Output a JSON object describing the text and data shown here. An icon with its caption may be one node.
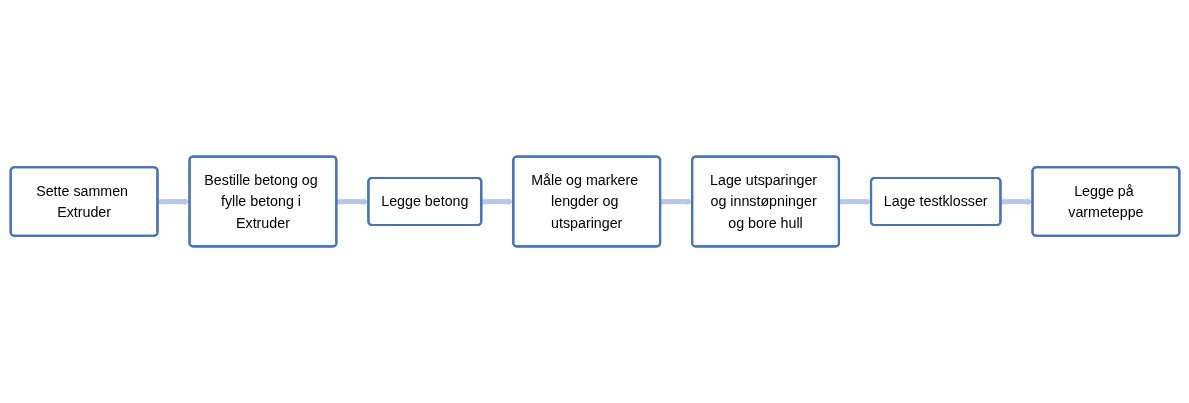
{
  "diagram": {
    "nodes": [
      {
        "text": [
          "Sette sammen Extruder"
        ]
      },
      {
        "text": [
          "Bestille betong og fylle betong i Extruder"
        ]
      },
      {
        "text": [
          "Legge betong"
        ]
      },
      {
        "text": [
          "Måle og markere lengder og utsparinger"
        ]
      },
      {
        "text": [
          "Lage utsparinger og innstøpninger og bore hull"
        ]
      },
      {
        "text": [
          "Lage testklosser"
        ]
      },
      {
        "text": [
          "Legge på varmeteppe"
        ]
      }
    ],
    "edges": [
      {
        "from": 0,
        "to": 1,
        "arrow": "to"
      },
      {
        "from": 1,
        "to": 2,
        "arrow": "to"
      },
      {
        "from": 2,
        "to": 3,
        "arrow": "to"
      },
      {
        "from": 3,
        "to": 4,
        "arrow": "to"
      },
      {
        "from": 4,
        "to": 5,
        "arrow": "to"
      },
      {
        "from": 5,
        "to": 6,
        "arrow": "to"
      }
    ]
  }
}
